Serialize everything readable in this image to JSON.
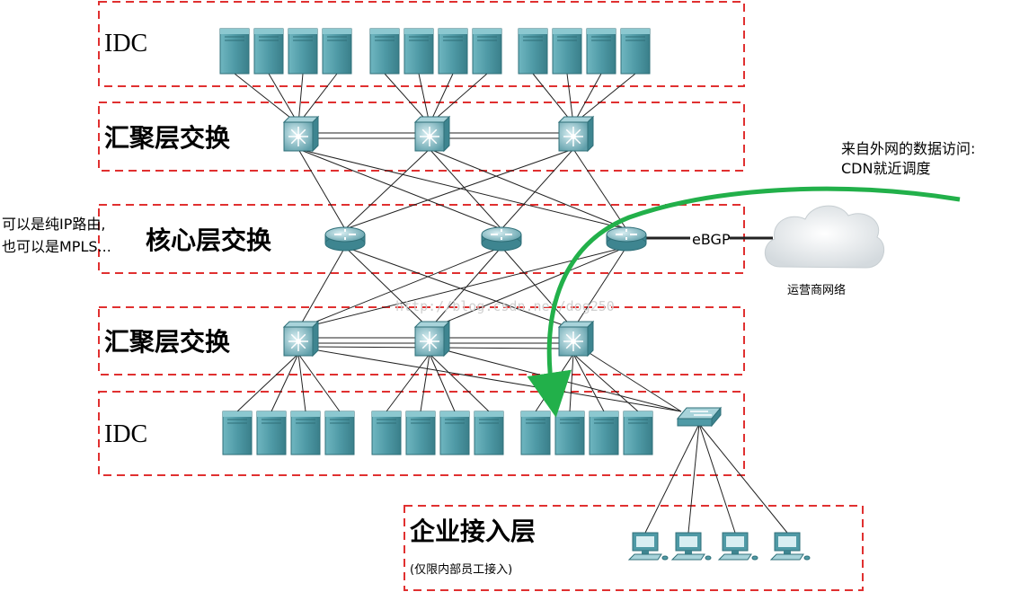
{
  "layers": {
    "idc_top": "IDC",
    "agg_top": "汇聚层交换",
    "core": "核心层交换",
    "agg_bottom": "汇聚层交换",
    "idc_bottom": "IDC",
    "enterprise": "企业接入层",
    "enterprise_note": "(仅限内部员工接入)"
  },
  "notes": {
    "core_line1": "可以是纯IP路由,",
    "core_line2": "也可以是MPLS...",
    "external_line1": "来自外网的数据访问:",
    "external_line2": "CDN就近调度",
    "ebgp": "eBGP",
    "carrier": "运营商网络",
    "watermark": "http://blog.csdn.net/dog250"
  },
  "colors": {
    "frame": "#e03030",
    "server": "#4f9aa6",
    "arrow": "#22b04a",
    "line": "#222222"
  },
  "icons": {
    "server": "server-icon",
    "l3switch": "l3-switch-icon",
    "router": "router-icon",
    "l2switch": "l2-switch-icon",
    "pc": "workstation-icon",
    "cloud": "cloud-icon"
  }
}
